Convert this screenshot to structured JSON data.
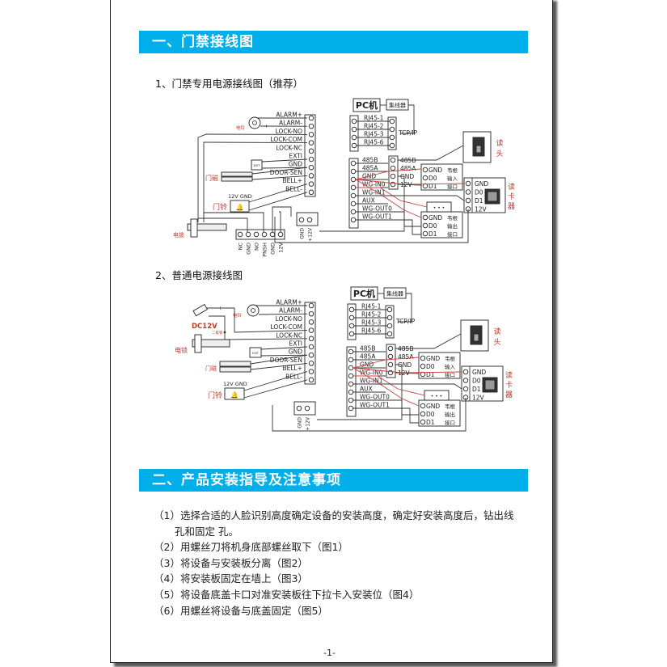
{
  "section1": {
    "banner": "一、门禁接线图",
    "sub1": "1、门禁专用电源接线图（推荐）",
    "sub2": "2、普通电源接线图"
  },
  "terminals_main": [
    "ALARM+",
    "ALARM-",
    "LOCK-NO",
    "LOCK-COM",
    "LOCK-NC",
    "EXTI",
    "GND",
    "DOOR-SEN",
    "BELL+",
    "BELL-"
  ],
  "power_terminals": [
    "NC",
    "GND",
    "NO",
    "PNSH",
    "GND",
    "12V"
  ],
  "power_connector": [
    "GND",
    "+12V"
  ],
  "devices": {
    "buzzer": "电铃",
    "door_sensor": "门磁",
    "doorbell": "门铃",
    "bell_pins": "12V GND",
    "lock": "电锁",
    "dc": "DC12V",
    "diode": "二极管",
    "plus": "+",
    "minus": "-",
    "exit_btn": "EXIT"
  },
  "network": {
    "pc": "PC机",
    "hub": "集线器",
    "rj45": [
      "RJ45-1",
      "RJ45-2",
      "RJ45-3",
      "RJ45-6"
    ],
    "tcpip": "TCP/IP"
  },
  "terminals_comm": [
    "485B",
    "485A",
    "GND",
    "WG-IN0",
    "WG-IN1",
    "AUX",
    "WG-OUT0",
    "WG-OUT1"
  ],
  "terminals_mid": [
    "485B",
    "485A",
    "GND",
    "12V"
  ],
  "wiegand_in": [
    [
      "GND",
      "韦根"
    ],
    [
      "D0",
      "输入"
    ],
    [
      "D1",
      "接口"
    ]
  ],
  "wiegand_out": [
    [
      "GND",
      "韦根"
    ],
    [
      "D0",
      "输出"
    ],
    [
      "D1",
      "接口"
    ]
  ],
  "reader_head": "读头",
  "card_reader": {
    "label": "读卡器",
    "pins": [
      "GND",
      "D0",
      "D1",
      "12V"
    ]
  },
  "section2": {
    "banner": "二、产品安装指导及注意事项",
    "steps": [
      {
        "num": "（1）",
        "text": "选择合适的人脸识别高度确定设备的安装高度，确定好安装高度后，钻出线",
        "cont": "孔和固定 孔。"
      },
      {
        "num": "（2）",
        "text": "用螺丝刀将机身底部螺丝取下（图1）"
      },
      {
        "num": "（3）",
        "text": "将设备与安装板分离（图2）"
      },
      {
        "num": "（4）",
        "text": "将安装板固定在墙上（图3）"
      },
      {
        "num": "（5）",
        "text": "将设备底盖卡口对准安装板往下拉卡入安装位（图4）"
      },
      {
        "num": "（6）",
        "text": "用螺丝将设备与底盖固定（图5）"
      }
    ]
  },
  "page_number": "-1-",
  "colors": {
    "banner": "#00aeea",
    "label_red": "#c0392b",
    "wire": "#333333",
    "wire_red": "#d04040"
  }
}
